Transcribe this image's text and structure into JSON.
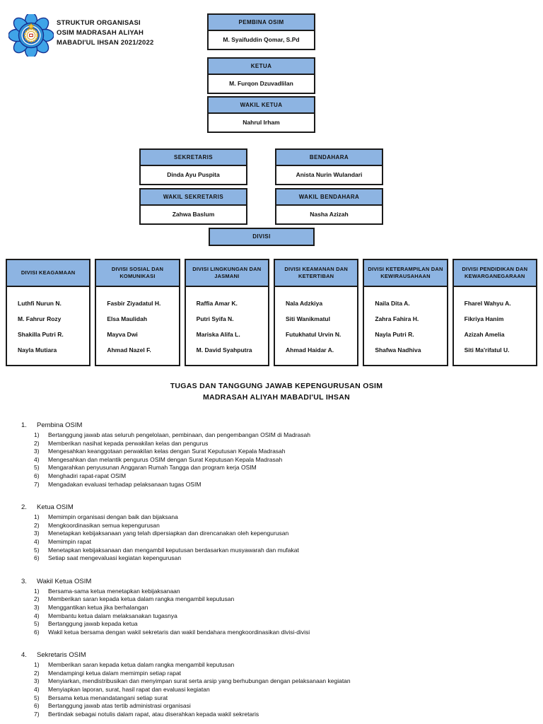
{
  "colors": {
    "box_header_blue": "#8db4e2",
    "box_border": "#1a1a1a",
    "page_bg": "#ffffff"
  },
  "header": {
    "logo": "madrasah-emblem",
    "title_line1": "STRUKTUR ORGANISASI",
    "title_line2": "OSIM MADRASAH ALIYAH",
    "title_line3": "MABADI'UL IHSAN 2021/2022"
  },
  "org_chart": {
    "top": [
      {
        "title": "PEMBINA OSIM",
        "name": "M. Syaifuddin Qomar, S.Pd"
      },
      {
        "title": "KETUA",
        "name": "M. Furqon Dzuvadlilan"
      },
      {
        "title": "WAKIL KETUA",
        "name": "Nahrul Irham"
      }
    ],
    "left": [
      {
        "title": "SEKRETARIS",
        "name": "Dinda Ayu Puspita"
      },
      {
        "title": "WAKIL SEKRETARIS",
        "name": "Zahwa Baslum"
      }
    ],
    "right": [
      {
        "title": "BENDAHARA",
        "name": "Anista Nurin Wulandari"
      },
      {
        "title": "WAKIL BENDAHARA",
        "name": "Nasha Azizah"
      }
    ],
    "divisi_label": "DIVISI"
  },
  "divisions": [
    {
      "header": "DIVISI KEAGAMAAN",
      "members": [
        "Luthfi Nurun N.",
        "M. Fahrur Rozy",
        "Shakilla Putri R.",
        "Nayla Mutiara"
      ]
    },
    {
      "header": "DIVISI SOSIAL DAN KOMUNIKASI",
      "members": [
        "Fasbir Ziyadatul H.",
        "Elsa Maulidah",
        "Mayva Dwi",
        "Ahmad Nazel F."
      ]
    },
    {
      "header": "DIVISI LINGKUNGAN DAN JASMANI",
      "members": [
        "Raffia Amar K.",
        "Putri Syifa N.",
        "Mariska Alifa L.",
        "M. David Syahputra"
      ]
    },
    {
      "header": "DIVISI KEAMANAN DAN KETERTIBAN",
      "members": [
        "Nala Adzkiya",
        "Siti Wanikmatul",
        "Futukhatul Urvin N.",
        "Ahmad Haidar A."
      ]
    },
    {
      "header": "DIVISI KETERAMPILAN DAN KEWIRAUSAHAAN",
      "members": [
        "Naila Dita A.",
        "Zahra Fahira H.",
        "Nayla Putri R.",
        "Shafwa Nadhiva"
      ]
    },
    {
      "header": "DIVISI PENDIDIKAN DAN KEWARGANEGARAAN",
      "members": [
        "Fharel Wahyu A.",
        "Fikriya Hanim",
        "Azizah Amelia",
        "Siti Ma'rifatul U."
      ]
    }
  ],
  "tasks": {
    "title_line1": "TUGAS DAN TANGGUNG JAWAB KEPENGURUSAN OSIM",
    "title_line2": "MADRASAH ALIYAH MABADI'UL IHSAN",
    "sections": [
      {
        "num": "1.",
        "heading": "Pembina OSIM",
        "items": [
          {
            "n": "1)",
            "t": "Bertanggung jawab atas seluruh pengelolaan, pembinaan, dan pengembangan OSIM di Madrasah"
          },
          {
            "n": "2)",
            "t": "Memberikan nasihat kepada perwakilan kelas dan pengurus"
          },
          {
            "n": "3)",
            "t": "Mengesahkan keanggotaan perwakilan kelas dengan Surat Keputusan Kepala Madrasah"
          },
          {
            "n": "4)",
            "t": "Mengesahkan dan melantik pengurus OSIM dengan Surat Keputusan Kepala Madrasah"
          },
          {
            "n": "5)",
            "t": "Mengarahkan penyusunan Anggaran Rumah Tangga dan program kerja OSIM"
          },
          {
            "n": "6)",
            "t": "Menghadiri rapat-rapat OSIM"
          },
          {
            "n": "7)",
            "t": "Mengadakan evaluasi terhadap pelaksanaan tugas OSIM"
          }
        ]
      },
      {
        "num": "2.",
        "heading": "Ketua OSIM",
        "items": [
          {
            "n": "1)",
            "t": "Memimpin organisasi dengan baik dan bijaksana"
          },
          {
            "n": "2)",
            "t": "Mengkoordinasikan semua kepengurusan"
          },
          {
            "n": "3)",
            "t": "Menetapkan kebijaksanaan yang telah dipersiapkan dan direncanakan oleh kepengurusan"
          },
          {
            "n": "4)",
            "t": "Memimpin rapat"
          },
          {
            "n": "5)",
            "t": "Menetapkan kebijaksanaan dan mengambil keputusan berdasarkan musyawarah dan mufakat"
          },
          {
            "n": "6)",
            "t": "Setiap saat mengevaluasi kegiatan kepengurusan"
          }
        ]
      },
      {
        "num": "3.",
        "heading": "Wakil Ketua OSIM",
        "items": [
          {
            "n": "1)",
            "t": "Bersama-sama ketua menetapkan kebijaksanaan"
          },
          {
            "n": "2)",
            "t": "Memberikan saran kepada ketua dalam rangka mengambil keputusan"
          },
          {
            "n": "3)",
            "t": "Menggantikan ketua jika berhalangan"
          },
          {
            "n": "4)",
            "t": "Membantu ketua dalam melaksanakan tugasnya"
          },
          {
            "n": "5)",
            "t": "Bertanggung jawab kepada ketua"
          },
          {
            "n": "6)",
            "t": "Wakil ketua bersama dengan wakil sekretaris dan wakil bendahara mengkoordinasikan divisi-divisi"
          }
        ]
      },
      {
        "num": "4.",
        "heading": "Sekretaris OSIM",
        "items": [
          {
            "n": "1)",
            "t": "Memberikan saran kepada ketua dalam rangka mengambil keputusan"
          },
          {
            "n": "2)",
            "t": "Mendampingi ketua dalam memimpin setiap rapat"
          },
          {
            "n": "3)",
            "t": "Menyiarkan, mendistribusikan dan menyimpan surat serta arsip yang berhubungan dengan pelaksanaan kegiatan"
          },
          {
            "n": "4)",
            "t": "Menyiapkan laporan, surat, hasil rapat dan evaluasi kegiatan"
          },
          {
            "n": "5)",
            "t": "Bersama ketua menandatangani setiap surat"
          },
          {
            "n": "6)",
            "t": "Bertanggung jawab atas tertib administrasi organisasi"
          },
          {
            "n": "7)",
            "t": "Bertindak sebagai notulis dalam rapat, atau diserahkan kepada wakil sekretaris"
          }
        ]
      }
    ]
  }
}
